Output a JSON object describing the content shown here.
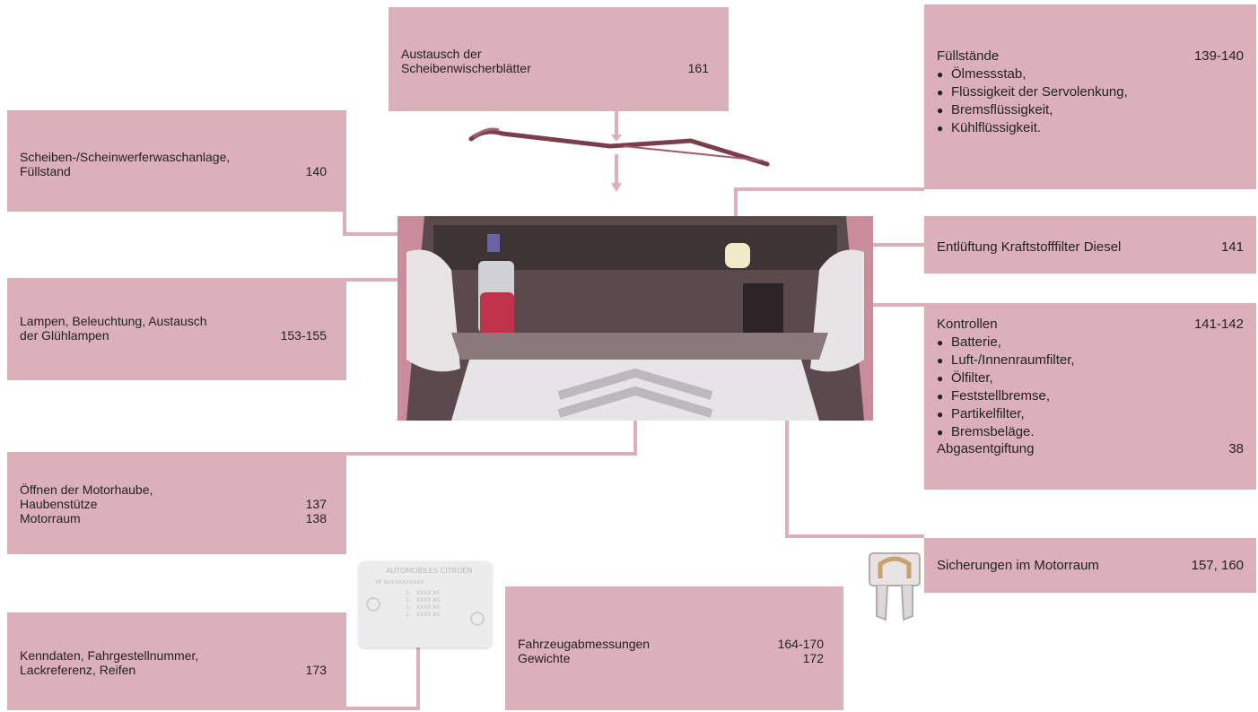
{
  "colors": {
    "box_bg": "#dbb0bb",
    "leader_line": "#dbb0bb"
  },
  "wiper": {
    "line1": "Austausch der",
    "line2": "Scheibenwischerblätter",
    "page": "161"
  },
  "washer": {
    "line1": "Scheiben-/Scheinwerferwaschanlage,",
    "line2": "Füllstand",
    "page": "140"
  },
  "lamps": {
    "line1": "Lampen, Beleuchtung, Austausch",
    "line2": "der Glühlampen",
    "page": "153-155"
  },
  "bonnet": {
    "line1": "Öffnen der Motorhaube,",
    "line2": "Haubenstütze",
    "page2": "137",
    "line3": "Motorraum",
    "page3": "138"
  },
  "ident": {
    "line1": "Kenndaten, Fahrgestellnummer,",
    "line2": "Lackreferenz, Reifen",
    "page": "173"
  },
  "dimensions": {
    "line1": "Fahrzeugabmessungen",
    "page1": "164-170",
    "line2": "Gewichte",
    "page2": "172"
  },
  "levels": {
    "title": "Füllstände",
    "page": "139-140",
    "items": [
      "Ölmessstab,",
      "Flüssigkeit der Servolenkung,",
      "Bremsflüssigkeit,",
      "Kühlflüssigkeit."
    ]
  },
  "bleeding": {
    "label": "Entlüftung Kraftstofffilter Diesel",
    "page": "141"
  },
  "checks": {
    "title": "Kontrollen",
    "page": "141-142",
    "items": [
      "Batterie,",
      "Luft-/Innenraumfilter,",
      "Ölfilter,",
      "Feststellbremse,",
      "Partikelfilter,",
      "Bremsbeläge."
    ],
    "footer": "Abgasentgiftung",
    "footer_page": "38"
  },
  "fuses": {
    "label": "Sicherungen im Motorraum",
    "page": "157, 160"
  },
  "vin_plate": {
    "header": "AUTOMOBILES CITROËN",
    "vin": "VF XXXXXXXXXXX",
    "rows": [
      "XXXX KG",
      "XXXX KG",
      "XXXX KG",
      "XXXX KG"
    ],
    "markers": [
      "1-",
      "2-",
      "1-",
      "2-"
    ]
  },
  "bullet": "●"
}
